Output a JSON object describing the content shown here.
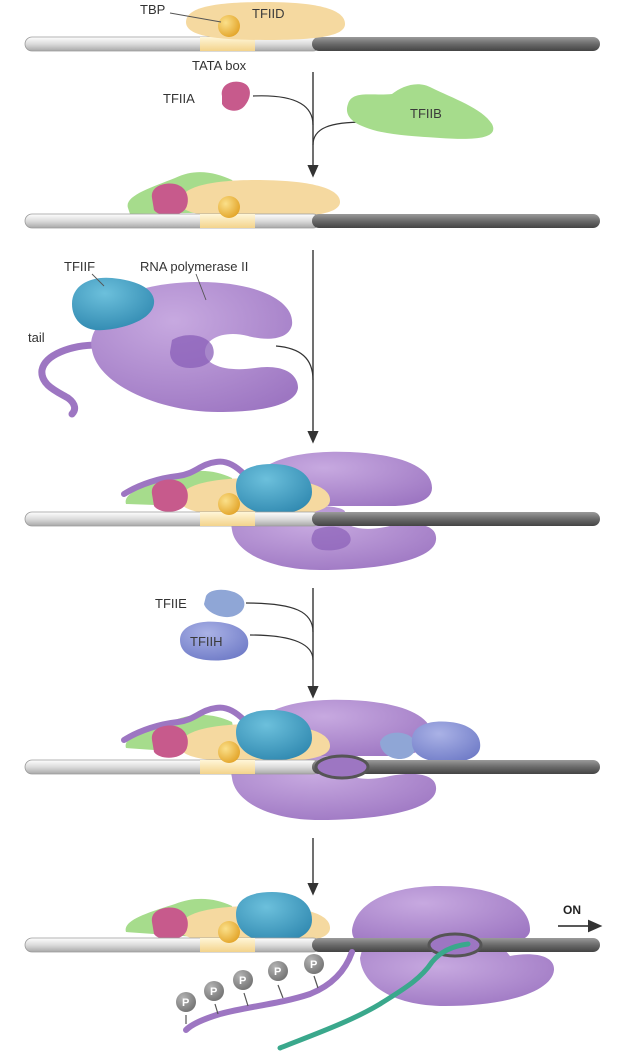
{
  "labels": {
    "tbp": "TBP",
    "tfiid": "TFIID",
    "tata_box": "TATA box",
    "tfiia": "TFIIA",
    "tfiib": "TFIIB",
    "tfiif": "TFIIF",
    "rna_pol": "RNA polymerase II",
    "tail": "tail",
    "tfiie": "TFIIE",
    "tfiih": "TFIIH",
    "on": "ON",
    "phosphate": "P"
  },
  "colors": {
    "tfiid": "#f5d9a0",
    "tbp": "#eab23a",
    "tfiia": "#c75a8c",
    "tfiib": "#a6dc8c",
    "tfiif": "#3c9ec0",
    "pol2": "#a784c8",
    "pol2_dark": "#7b4fa6",
    "tfiie": "#8fa6d6",
    "tfiih": "#7e8bd0",
    "dna_light": "#e6e6e6",
    "dna_dark": "#707070",
    "tata": "#fde9b0",
    "rna": "#3aa88c",
    "phosphate": "#8e8e8e"
  }
}
